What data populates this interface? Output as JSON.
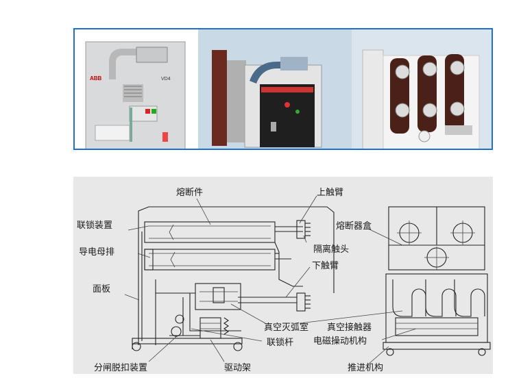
{
  "photos": {
    "abb_brand": "ABB",
    "abb_model": "VD4"
  },
  "labels": {
    "fuse_element": "熔断件",
    "upper_contact_arm": "上触臂",
    "interlock_device": "联锁装置",
    "busbar": "导电母排",
    "isolating_contact": "隔离触头",
    "fuse_box": "熔断器盒",
    "lower_contact_arm": "下触臂",
    "panel": "面板",
    "vacuum_interrupter": "真空灭弧室",
    "vacuum_contactor": "真空接触器",
    "interlock_rod": "联锁杆",
    "em_mechanism": "电磁操动机构",
    "trip_device": "分闸脱扣装置",
    "drive_frame": "驱动架",
    "withdraw_mechanism": "推进机构"
  },
  "colors": {
    "frame_border": "#1f6fd0",
    "diagram_bg": "#e8e8e8"
  }
}
